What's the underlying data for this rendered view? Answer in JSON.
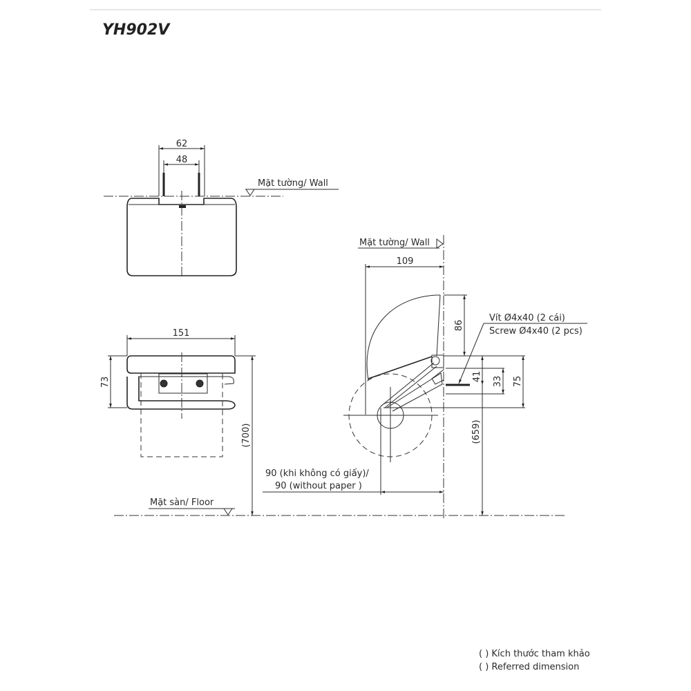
{
  "title": "YH902V",
  "top_view": {
    "dim_outer": "62",
    "dim_inner": "48",
    "wall_label": "Mặt tường/ Wall"
  },
  "front_view": {
    "dim_width": "151",
    "dim_height": "73",
    "dim_floor_height": "(700)",
    "floor_label": "Mặt sàn/ Floor"
  },
  "side_view": {
    "wall_label": "Mặt tường/ Wall",
    "dim_depth": "109",
    "dim_cover": "86",
    "dim_41": "41",
    "dim_33": "33",
    "dim_75": "75",
    "dim_floor_height": "(659)",
    "paper_note_vi": "90 (khi không có giấy)/",
    "paper_note_en": "90 (without paper )",
    "screw_vi": "Vít Ø4x40 (2 cái)",
    "screw_en": "Screw Ø4x40 (2 pcs)"
  },
  "legend": {
    "line_vi": "( ) Kích thước tham khảo",
    "line_en": "( ) Referred dimension"
  }
}
